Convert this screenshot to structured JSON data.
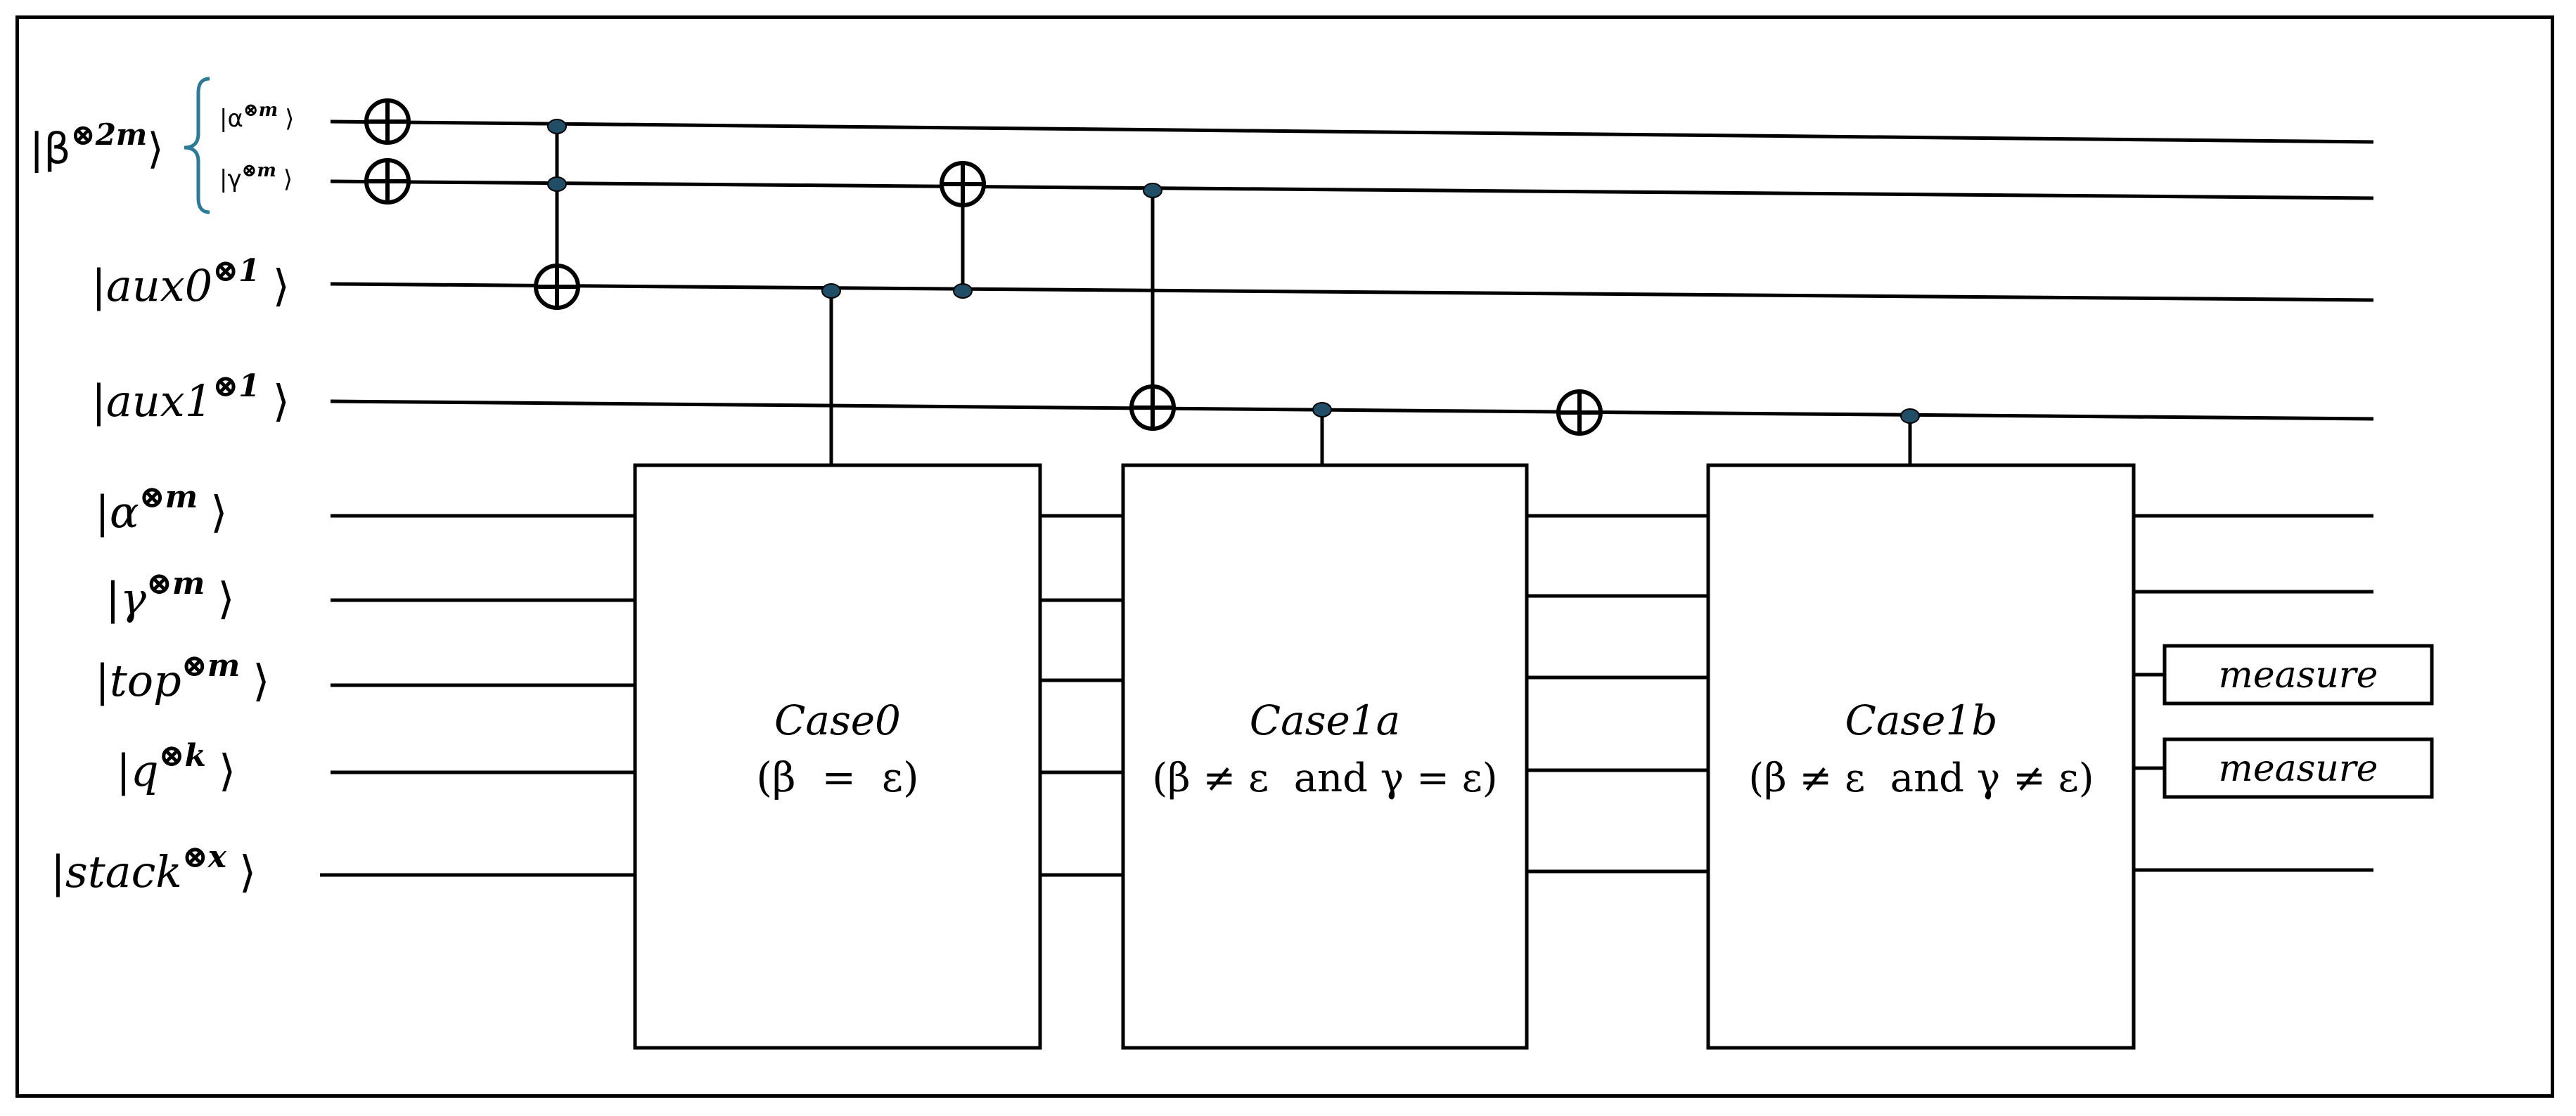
{
  "brace_label": {
    "prefix": "|β",
    "power": "⊗2m",
    "suffix": "⟩",
    "sub_alpha": {
      "base": "|α",
      "power": "⊗m",
      "close": "⟩"
    },
    "sub_gamma": {
      "base": "|γ",
      "power": "⊗m",
      "close": "⟩"
    }
  },
  "wire_labels": [
    {
      "id": "aux0",
      "base": "|aux0",
      "power": "⊗1",
      "close": "⟩"
    },
    {
      "id": "aux1",
      "base": "|aux1",
      "power": "⊗1",
      "close": "⟩"
    },
    {
      "id": "alpha",
      "base": "|α",
      "power": "⊗m",
      "close": "⟩"
    },
    {
      "id": "gamma",
      "base": "|γ",
      "power": "⊗m",
      "close": "⟩"
    },
    {
      "id": "top",
      "base": "|top",
      "power": "⊗m",
      "close": "⟩"
    },
    {
      "id": "q",
      "base": "|q",
      "power": "⊗k",
      "close": "⟩"
    },
    {
      "id": "stack",
      "base": "|stack",
      "power": "⊗x",
      "close": "⟩"
    }
  ],
  "boxes": [
    {
      "id": "case0",
      "title": "Case0",
      "condition": "(β  =  ε)"
    },
    {
      "id": "case1a",
      "title": "Case1a",
      "condition": "(β ≠ ε  and γ = ε)"
    },
    {
      "id": "case1b",
      "title": "Case1b",
      "condition": "(β ≠ ε  and γ ≠ ε)"
    }
  ],
  "measure_labels": [
    "measure",
    "measure"
  ],
  "colors": {
    "line": "#000000",
    "control_dot": "#1f4e66",
    "brace": "#2a7a9a"
  }
}
